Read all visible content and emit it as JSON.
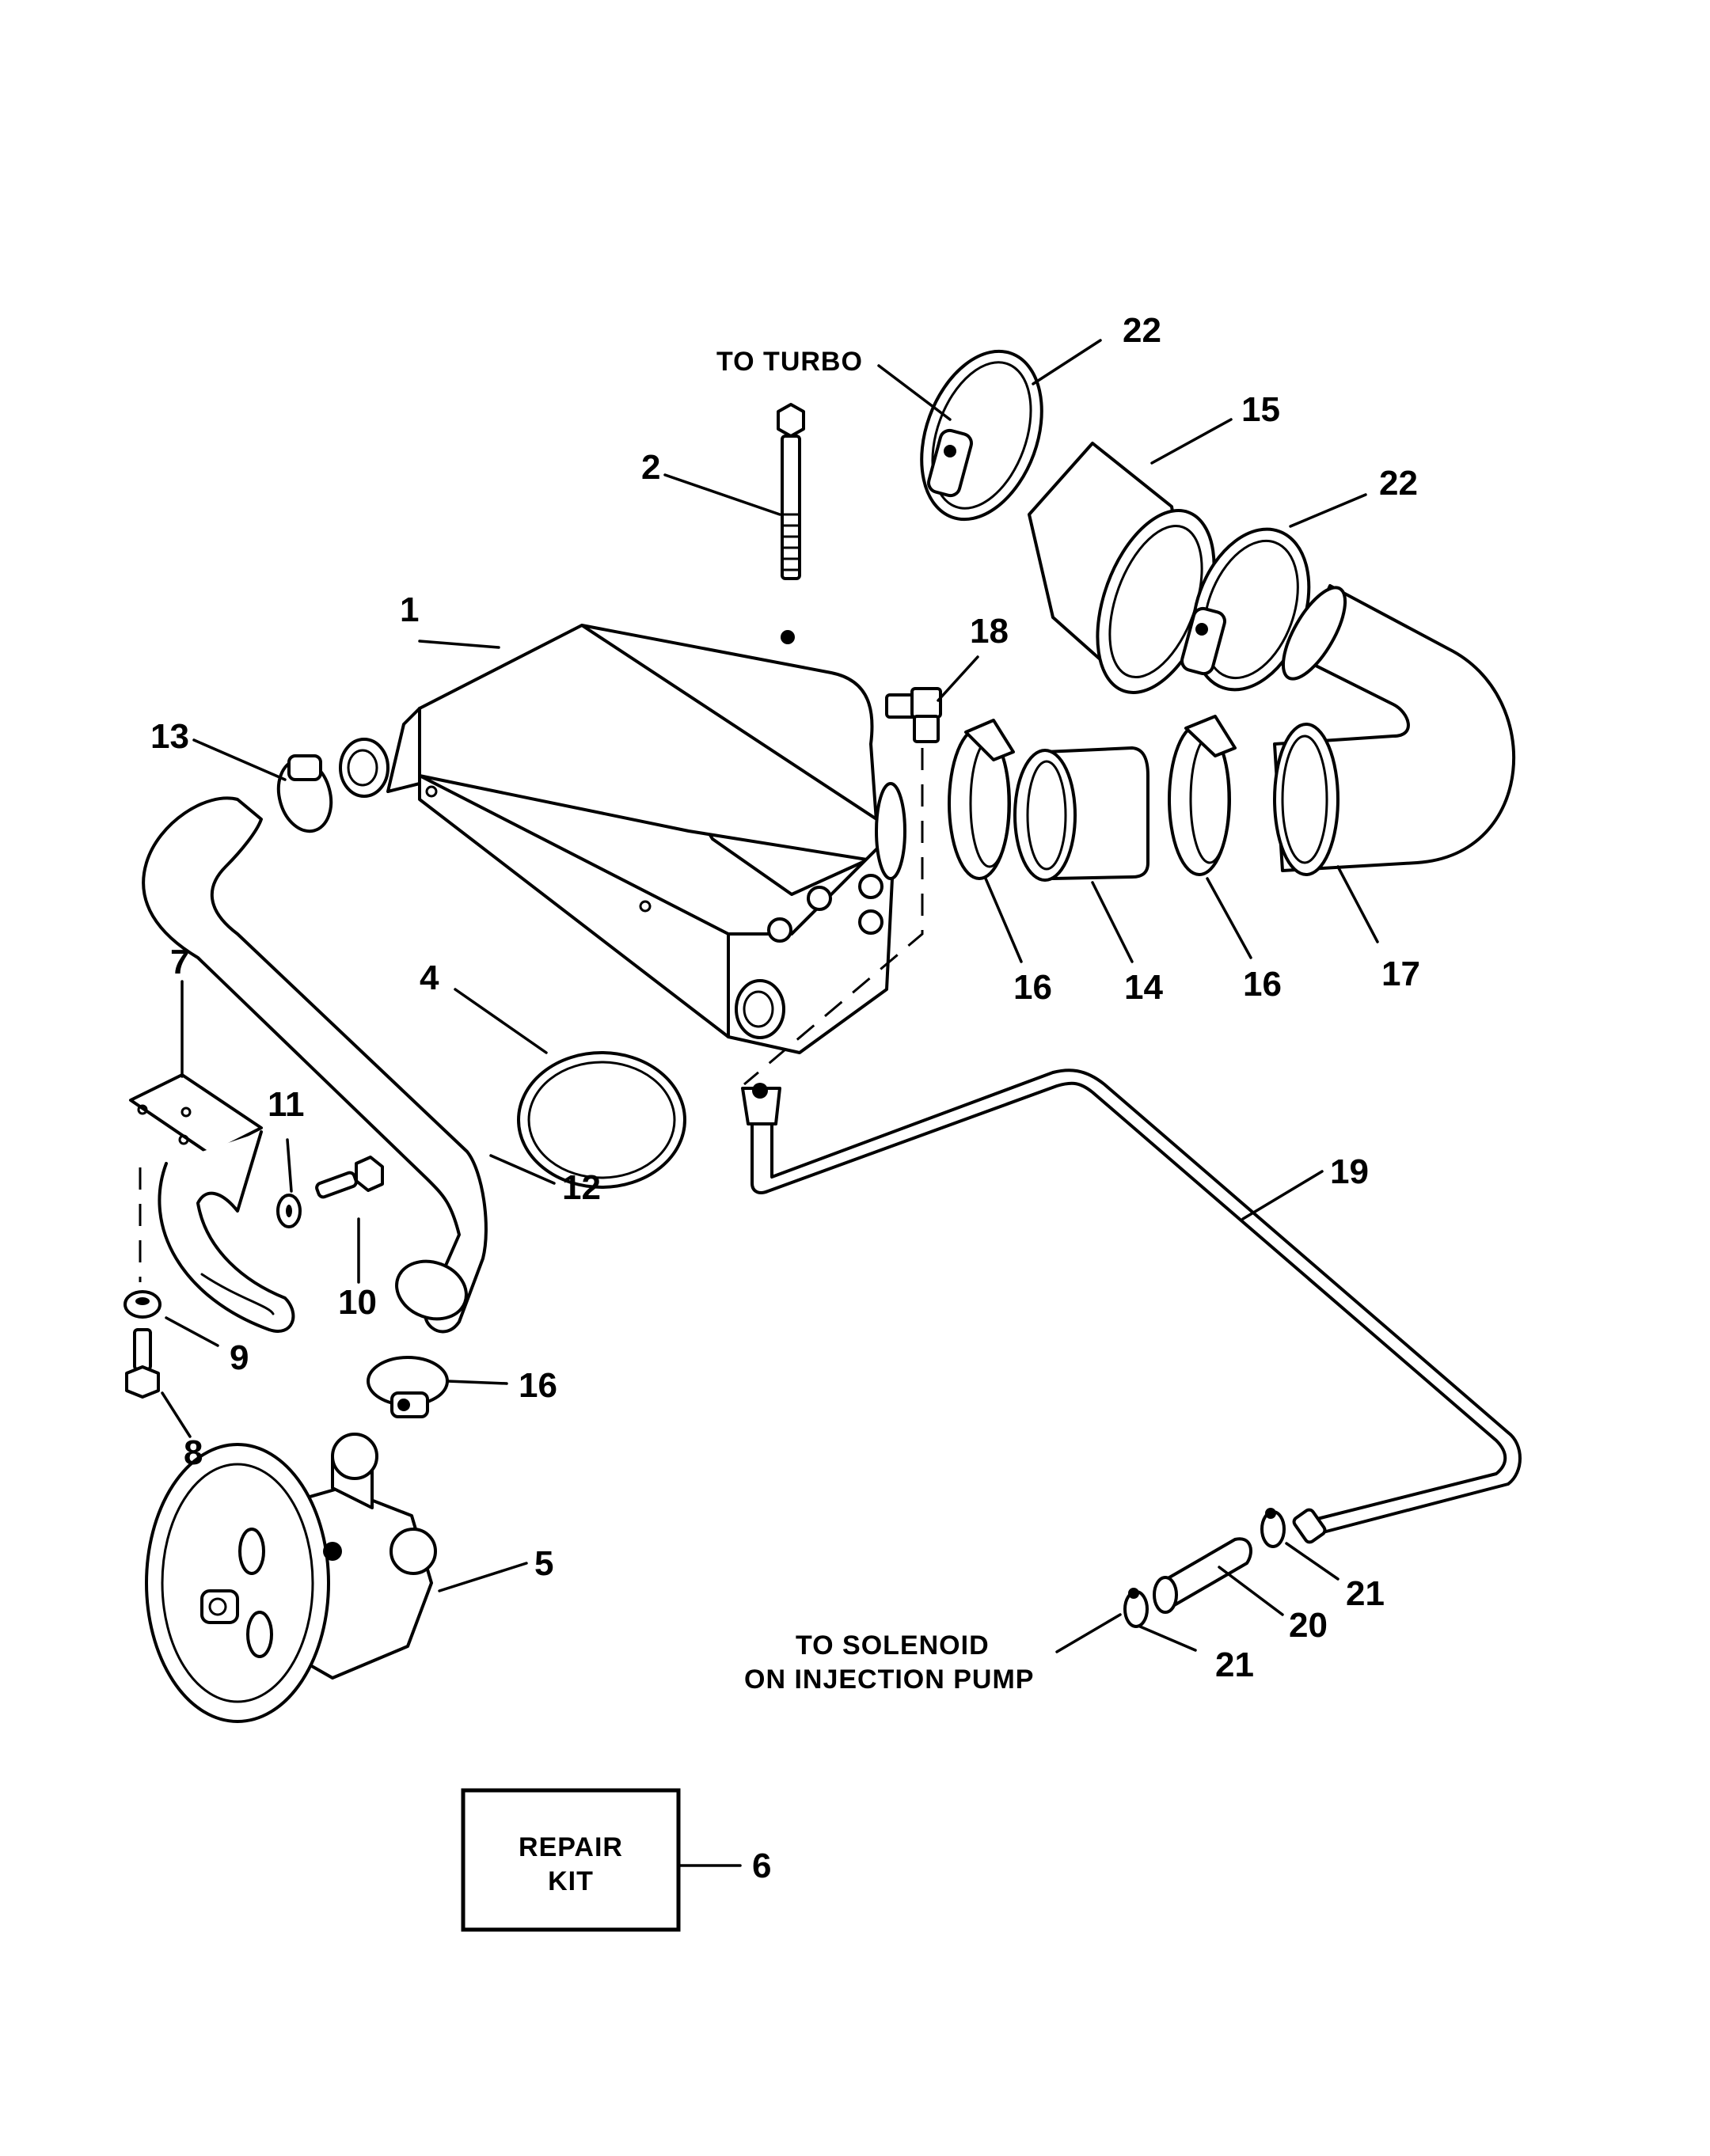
{
  "diagram": {
    "type": "exploded-parts-diagram",
    "notes": {
      "to_turbo": "TO TURBO",
      "to_solenoid_line1": "TO SOLENOID",
      "to_solenoid_line2": "ON INJECTION PUMP"
    },
    "repair_kit": {
      "line1": "REPAIR",
      "line2": "KIT",
      "callout": "6"
    },
    "callouts": [
      {
        "id": "c1",
        "label": "1",
        "part": "aftercooler-housing"
      },
      {
        "id": "c2",
        "label": "2",
        "part": "bolt"
      },
      {
        "id": "c4",
        "label": "4",
        "part": "o-ring"
      },
      {
        "id": "c5",
        "label": "5",
        "part": "seawater-pump"
      },
      {
        "id": "c7",
        "label": "7",
        "part": "bracket"
      },
      {
        "id": "c8",
        "label": "8",
        "part": "screw"
      },
      {
        "id": "c9",
        "label": "9",
        "part": "lockwasher"
      },
      {
        "id": "c10",
        "label": "10",
        "part": "screw"
      },
      {
        "id": "c11",
        "label": "11",
        "part": "washer"
      },
      {
        "id": "c12",
        "label": "12",
        "part": "hose"
      },
      {
        "id": "c13",
        "label": "13",
        "part": "hose-clamp"
      },
      {
        "id": "c14",
        "label": "14",
        "part": "hose-coupler"
      },
      {
        "id": "c15",
        "label": "15",
        "part": "hose-coupler"
      },
      {
        "id": "c16a",
        "label": "16",
        "part": "hose-clamp"
      },
      {
        "id": "c16b",
        "label": "16",
        "part": "hose-clamp"
      },
      {
        "id": "c16c",
        "label": "16",
        "part": "hose-clamp"
      },
      {
        "id": "c17",
        "label": "17",
        "part": "elbow-hose"
      },
      {
        "id": "c18",
        "label": "18",
        "part": "elbow-fitting"
      },
      {
        "id": "c19",
        "label": "19",
        "part": "tube"
      },
      {
        "id": "c20",
        "label": "20",
        "part": "hose"
      },
      {
        "id": "c21a",
        "label": "21",
        "part": "clamp"
      },
      {
        "id": "c21b",
        "label": "21",
        "part": "clamp"
      },
      {
        "id": "c22a",
        "label": "22",
        "part": "hose-clamp"
      },
      {
        "id": "c22b",
        "label": "22",
        "part": "hose-clamp"
      }
    ]
  }
}
